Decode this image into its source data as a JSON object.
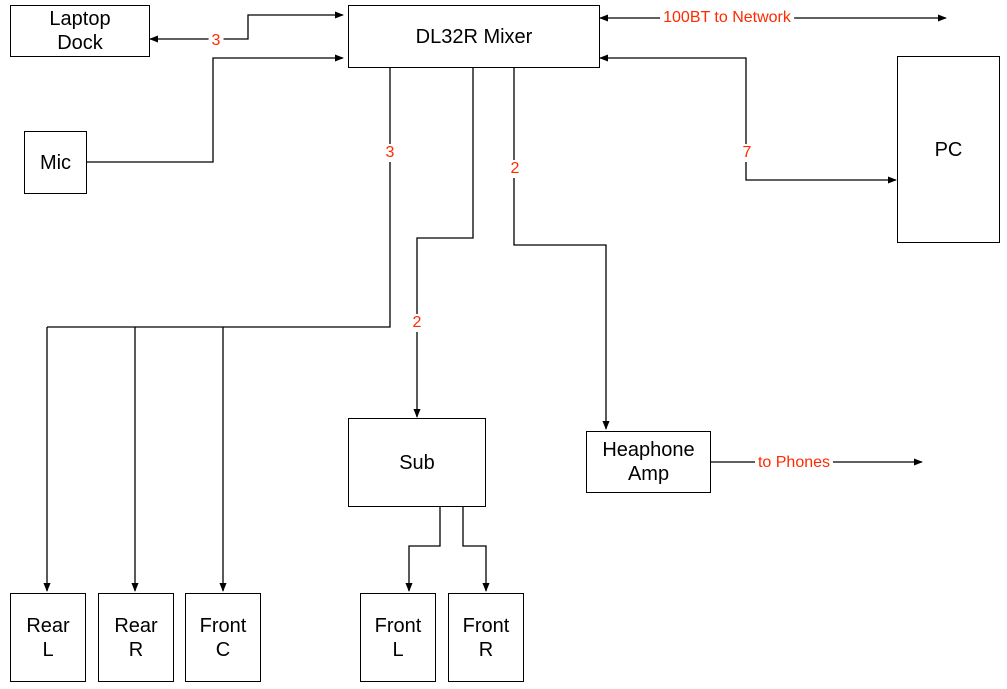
{
  "nodes": {
    "laptop_dock": [
      "Laptop",
      "Dock"
    ],
    "mixer": "DL32R Mixer",
    "mic": "Mic",
    "pc": "PC",
    "sub": "Sub",
    "headphone_amp": [
      "Heaphone",
      "Amp"
    ],
    "rear_l": [
      "Rear",
      "L"
    ],
    "rear_r": [
      "Rear",
      "R"
    ],
    "front_c": [
      "Front",
      "C"
    ],
    "front_l": [
      "Front",
      "L"
    ],
    "front_r": [
      "Front",
      "R"
    ]
  },
  "labels": {
    "laptop_channels": "3",
    "network": "100BT to Network",
    "pc_channels": "7",
    "rear_center_channels": "3",
    "headphone_channels": "2",
    "sub_channels": "2",
    "phones": "to Phones"
  },
  "colors": {
    "line": "#000000",
    "label": "#ff2a00"
  }
}
